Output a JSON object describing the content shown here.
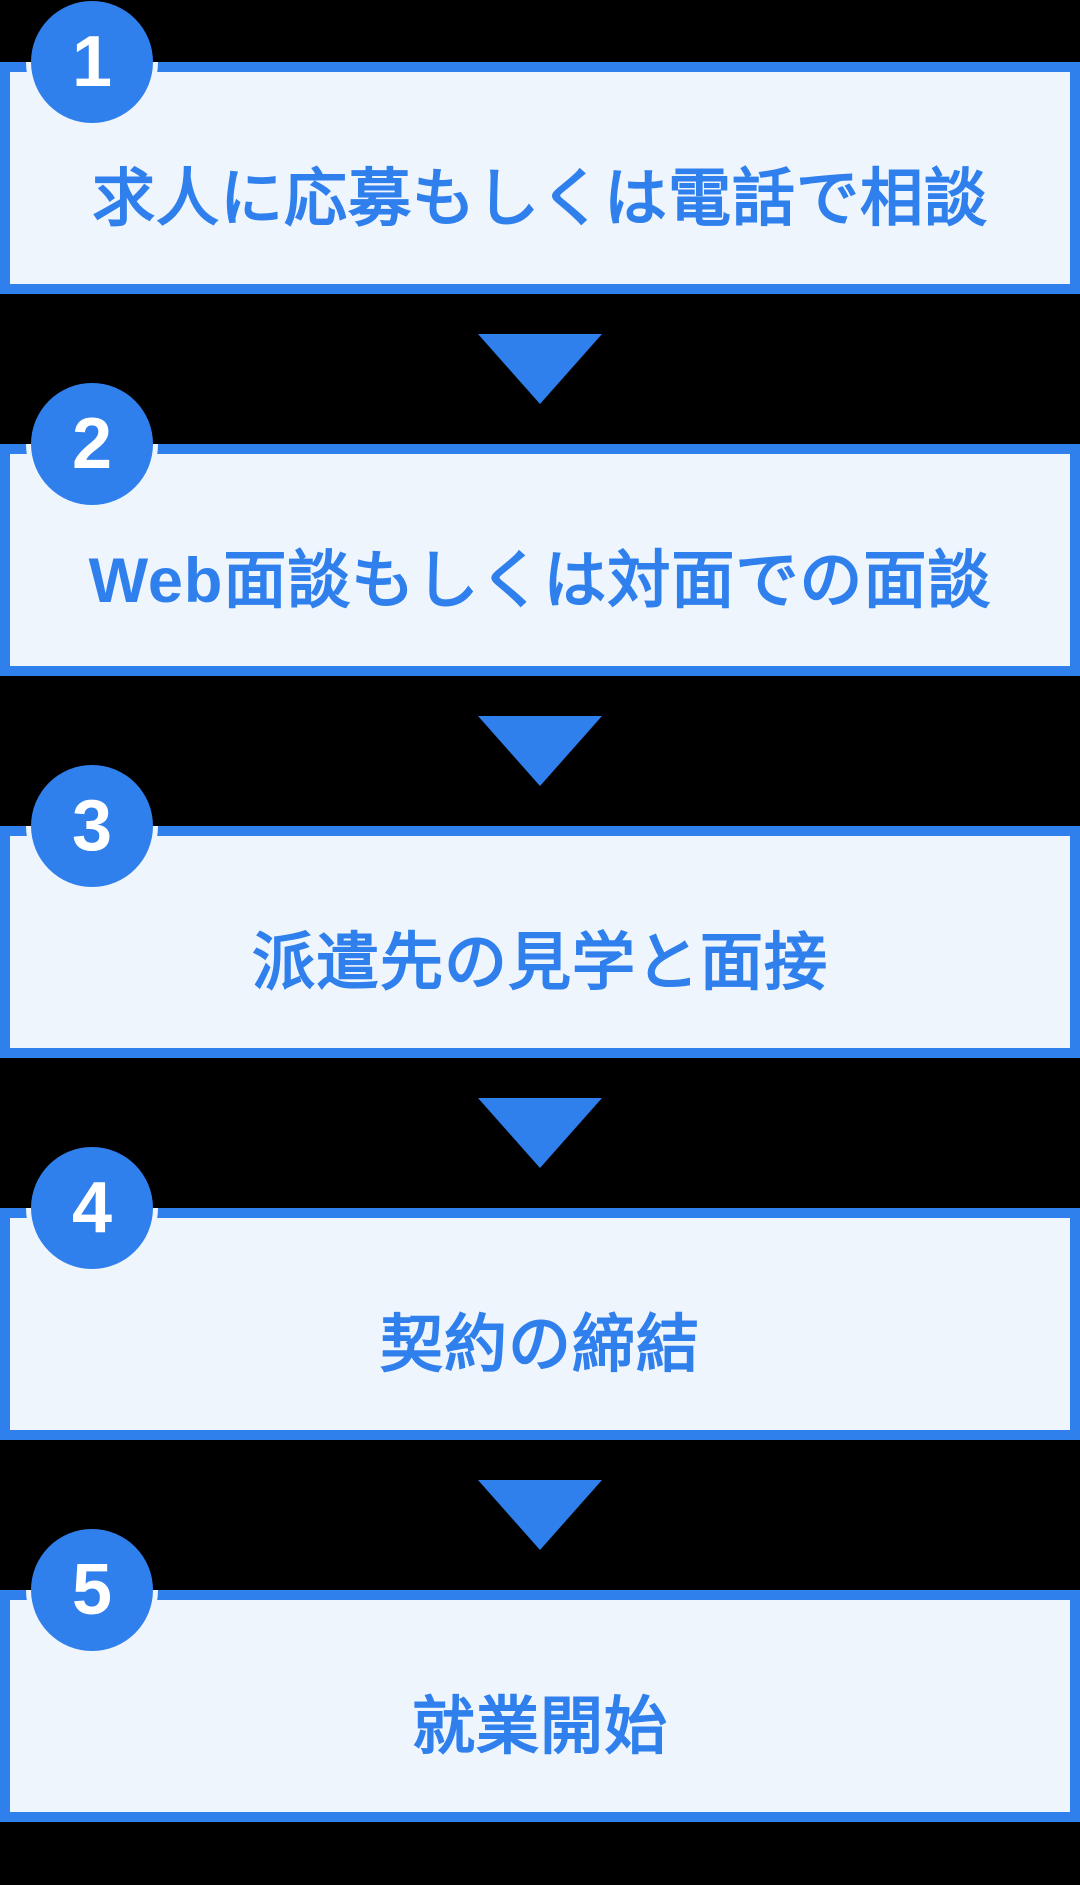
{
  "flow": {
    "accent_color": "#2F80ED",
    "box_fill_color": "#EFF5FD",
    "background_color": "#000000",
    "number_color": "#FFFFFF",
    "arrow_icon": "arrow-down",
    "steps": [
      {
        "number": "1",
        "label": "求人に応募もしくは電話で相談"
      },
      {
        "number": "2",
        "label": "Web面談もしくは対面での面談"
      },
      {
        "number": "3",
        "label": "派遣先の見学と面接"
      },
      {
        "number": "4",
        "label": "契約の締結"
      },
      {
        "number": "5",
        "label": "就業開始"
      }
    ]
  }
}
